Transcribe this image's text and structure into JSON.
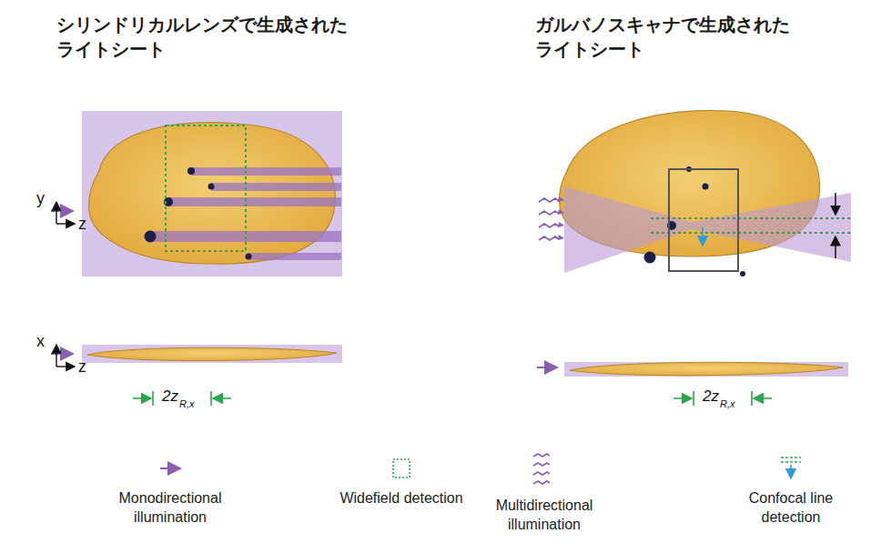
{
  "diagram": {
    "labels": [
      "シリンドリカルレンズで生成された ライトシート",
      "ガルバノスキャナで生成された ライトシート",
      "y",
      "z",
      "x",
      "z",
      "2z",
      "R,x",
      "2z",
      "R,x"
    ],
    "legend": [
      {
        "text": "Monodirectional illumination"
      },
      {
        "text": "Widefield detection"
      },
      {
        "text": "Multidirectional illumination"
      },
      {
        "text": "Confocal line detection"
      }
    ]
  }
}
